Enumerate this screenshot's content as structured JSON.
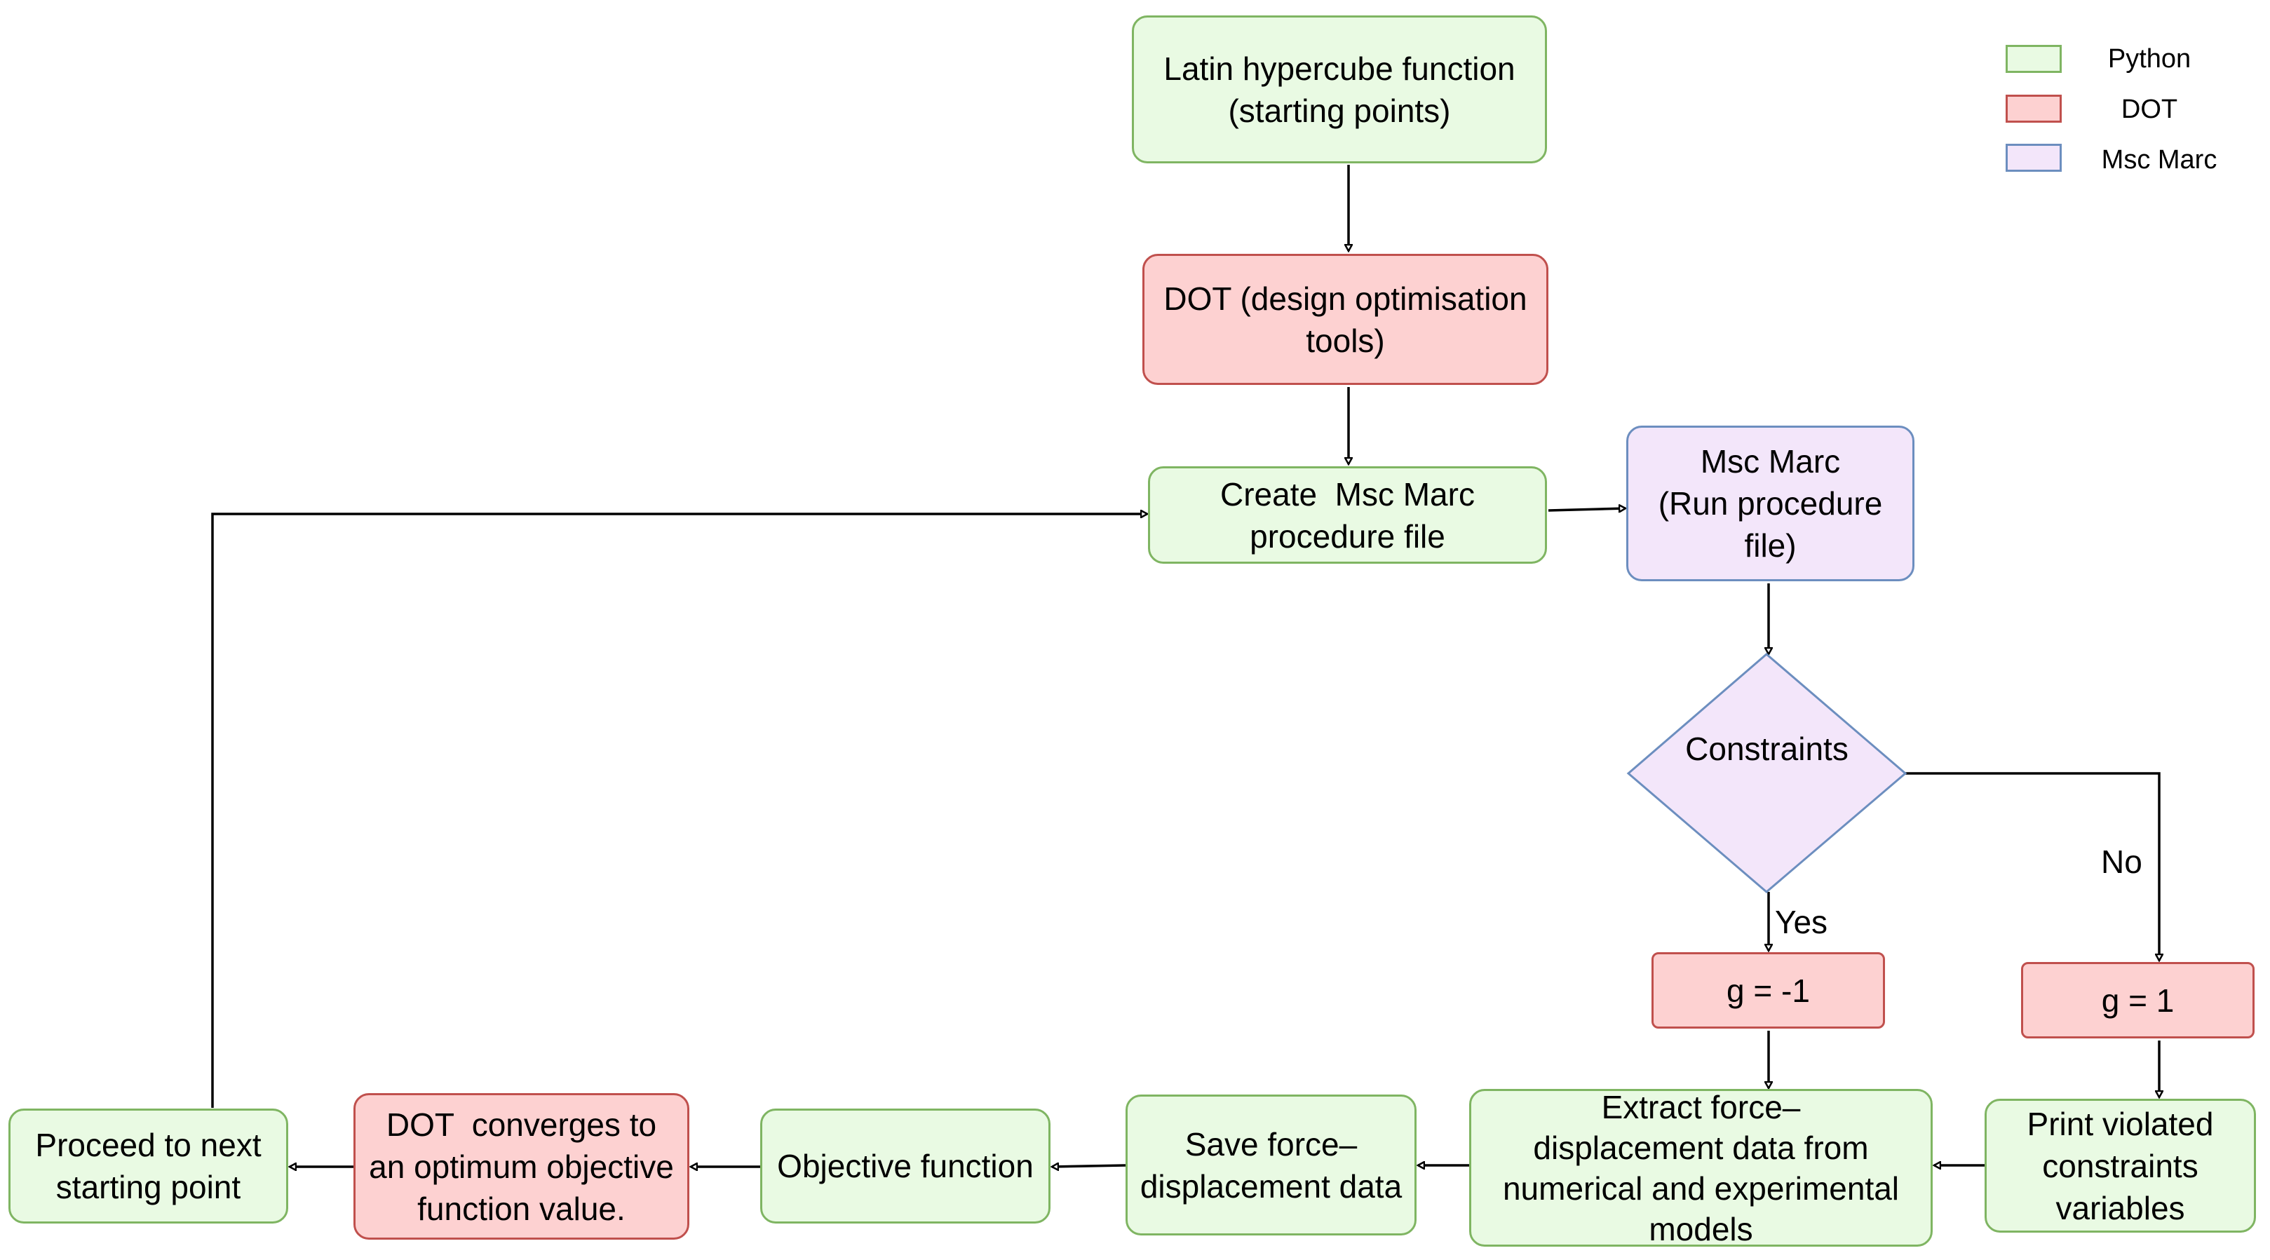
{
  "legend": {
    "python": {
      "label": "Python",
      "color": "#e9fae3",
      "border": "#7fb562"
    },
    "dot": {
      "label": "DOT",
      "color": "#fdd1d1",
      "border": "#c0504d"
    },
    "msc": {
      "label": "Msc Marc",
      "color": "#f3e6fa",
      "border": "#6c8ebf"
    }
  },
  "nodes": {
    "latin": {
      "line1": "Latin hypercube function",
      "line2": "(starting points)"
    },
    "dot_tools": {
      "line1": "DOT (design optimisation",
      "line2": "tools)"
    },
    "create_proc": {
      "line1": "Create  Msc Marc",
      "line2": "procedure file"
    },
    "msc_run": {
      "line1": "Msc Marc",
      "line2": "(Run procedure",
      "line3": "file)"
    },
    "constraints": {
      "label": "Constraints"
    },
    "g_neg": {
      "label": "g = -1"
    },
    "g_pos": {
      "label": "g = 1"
    },
    "print_violated": {
      "line1": "Print violated",
      "line2": "constraints",
      "line3": "variables"
    },
    "extract": {
      "line1": "Extract force–",
      "line2": "displacement data from",
      "line3": "numerical and experimental",
      "line4": "models"
    },
    "save": {
      "line1": "Save force–",
      "line2": "displacement data"
    },
    "objective": {
      "label": "Objective function"
    },
    "dot_converge": {
      "line1": "DOT  converges to",
      "line2": "an optimum objective",
      "line3": "function value."
    },
    "proceed": {
      "line1": "Proceed to next",
      "line2": "starting point"
    }
  },
  "edge_labels": {
    "yes": "Yes",
    "no": "No"
  }
}
